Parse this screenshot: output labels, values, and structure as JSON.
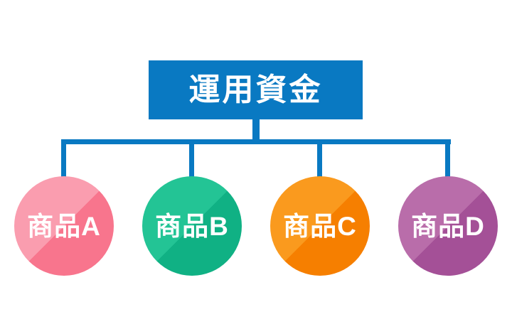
{
  "colors": {
    "background": "#FFFFFF",
    "connector": "#0979C2",
    "root_box": "#0979C2",
    "text": "#FFFFFF"
  },
  "root": {
    "label": "運用資金"
  },
  "nodes": [
    {
      "label": "商品A",
      "color_light": "#FA9DAF",
      "color_dark": "#F8758D"
    },
    {
      "label": "商品B",
      "color_light": "#23C495",
      "color_dark": "#10B184"
    },
    {
      "label": "商品C",
      "color_light": "#FA9A1E",
      "color_dark": "#F67F00"
    },
    {
      "label": "商品D",
      "color_light": "#B96DAA",
      "color_dark": "#A45097"
    }
  ]
}
